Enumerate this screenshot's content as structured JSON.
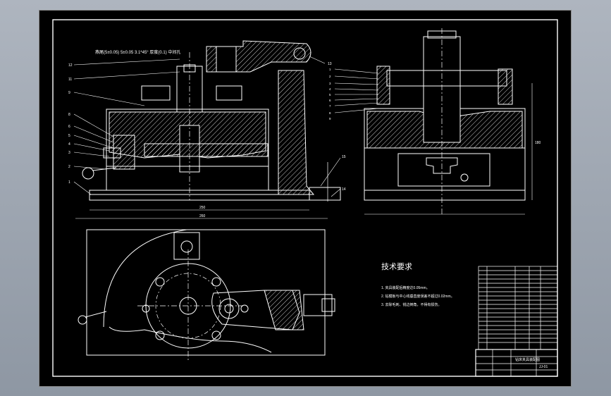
{
  "drawing": {
    "top_note": "燕尾(5±0.05) 5±0.05 3.1*45° 厚度(0.1) 中间孔",
    "technical_requirements_title": "技术要求",
    "requirements": [
      "1. 夹具装配后精度达0.05mm。",
      "2. 钻模板与中心线垂直度误差不超过0.02mm。",
      "3. 去除毛刺、锐边倒角，不得有损伤。"
    ],
    "title_block_name": "钻床夹具装配图",
    "title_block_code": "JJ-01",
    "callouts_left": [
      "12",
      "11",
      "9",
      "8",
      "6",
      "5",
      "4",
      "3",
      "2",
      "1"
    ],
    "callouts_mid": [
      "13",
      "15",
      "14"
    ],
    "callouts_right": [
      "1",
      "2",
      "3",
      "4",
      "5",
      "6",
      "7",
      "8",
      "9"
    ],
    "dim_overall": "260",
    "dim_base": "250",
    "dim_height": "180",
    "line_color": "#ffffff",
    "background_color": "#000000"
  }
}
